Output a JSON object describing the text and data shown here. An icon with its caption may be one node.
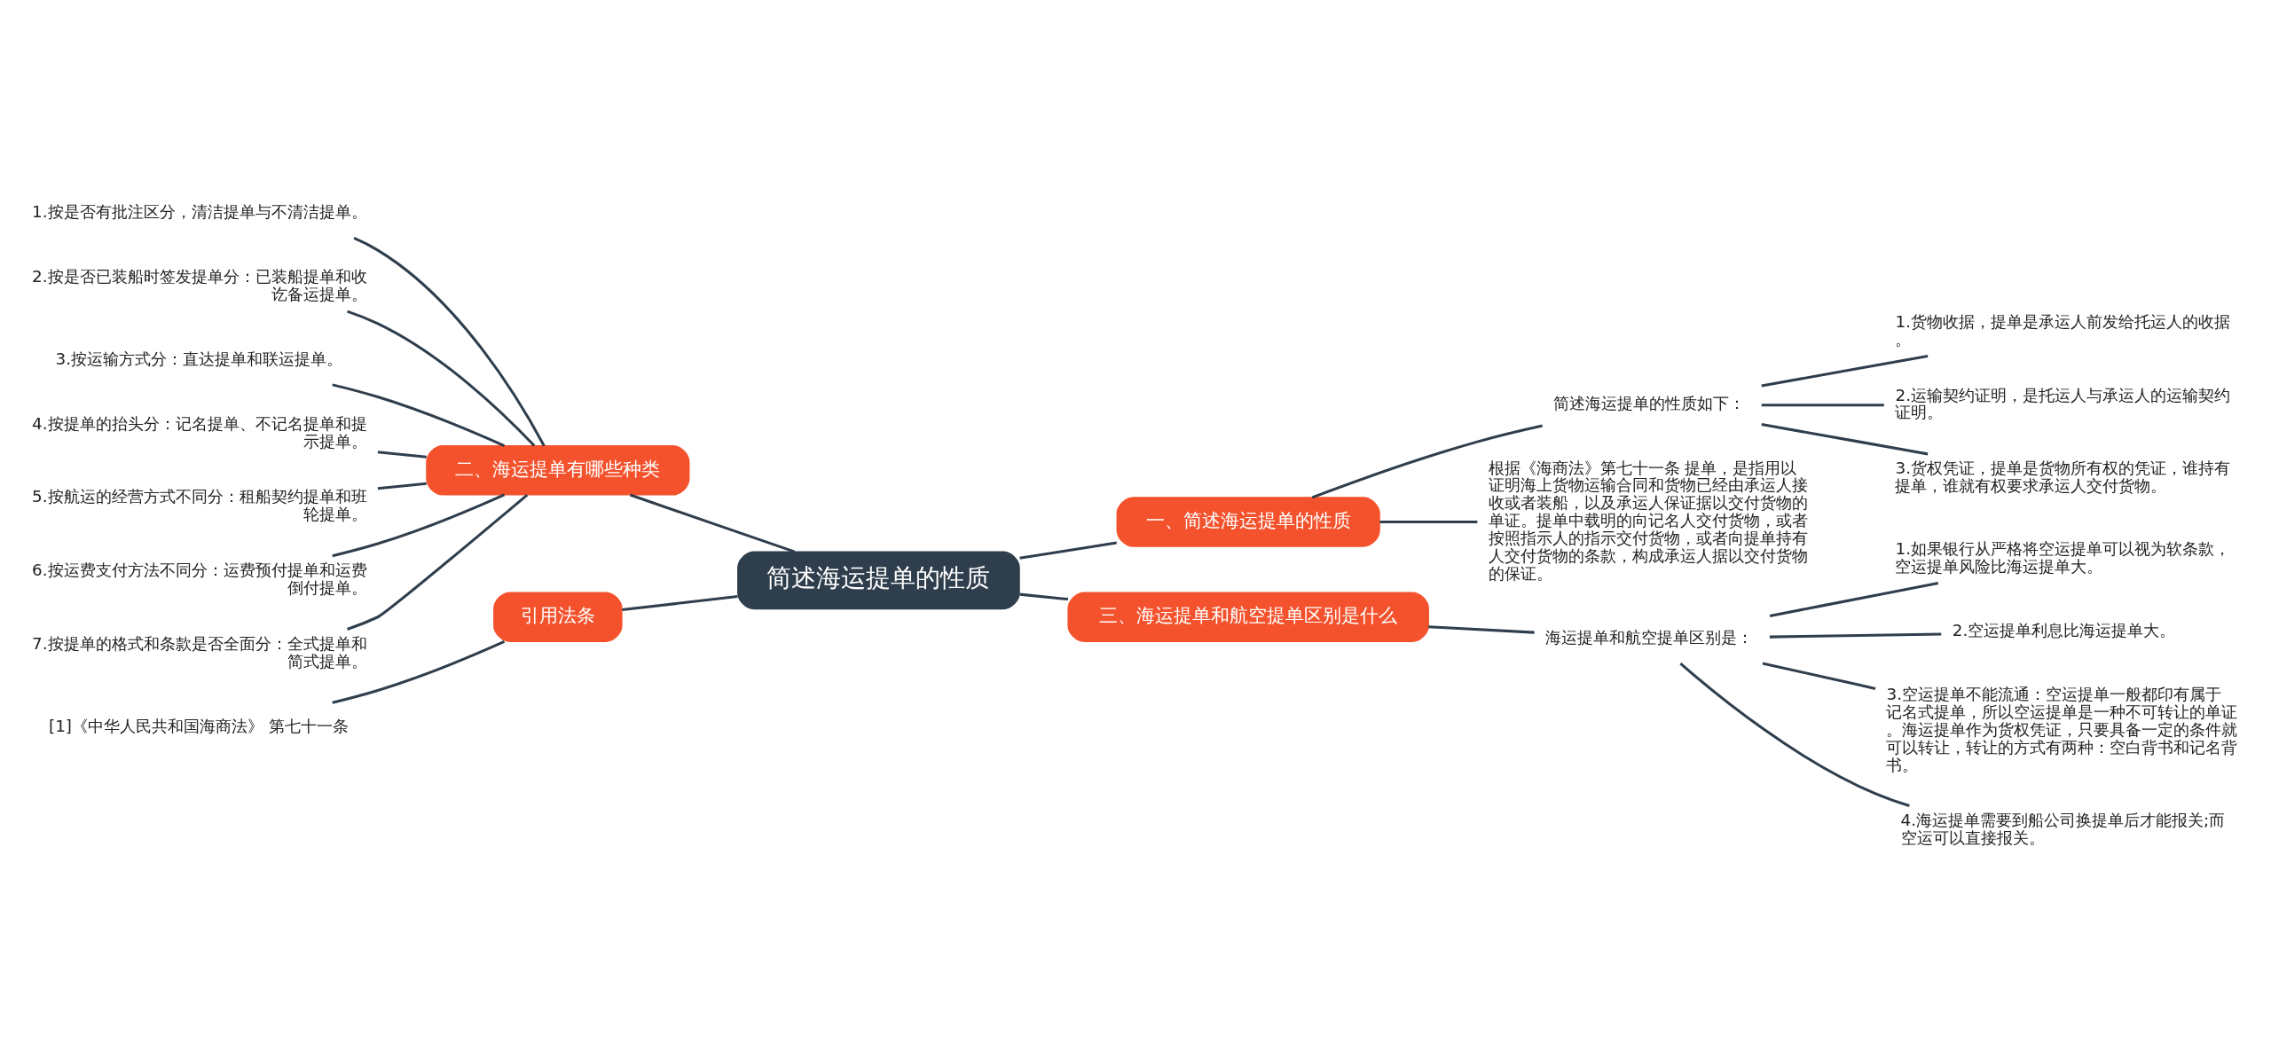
{
  "diagram": {
    "nodes": [
      {
        "text": [
          "简述海运提单的性质"
        ]
      },
      {
        "text": [
          "一、简述海运提单的性质"
        ]
      },
      {
        "text": [
          "简述海运提单的性质如下："
        ]
      },
      {
        "text": [
          "1.货物收据，提单是承运人前发给托运人的收据。"
        ]
      },
      {
        "text": [
          "2.运输契约证明，是托运人与承运人的运输契约证明。"
        ]
      },
      {
        "text": [
          "3.货权凭证，提单是货物所有权的凭证，谁持有提单，谁就有权要求承运人交付货物。"
        ]
      },
      {
        "text": [
          "根据《海商法》第七十一条 提单，是指用以证明海上货物运输合同和货物已经由承运人接收或者装船，以及承运人保证据以交付货物的单证。提单中载明的向记名人交付货物，或者按照指示人的指示交付货物，或者向提单持有人交付货物的条款，构成承运人据以交付货物的保证。"
        ]
      },
      {
        "text": [
          "二、海运提单有哪些种类"
        ]
      },
      {
        "text": [
          "1.按是否有批注区分，清洁提单与不清洁提单。"
        ]
      },
      {
        "text": [
          "2.按是否已装船时签发提单分：已装船提单和收讫备运提单。"
        ]
      },
      {
        "text": [
          "3.按运输方式分：直达提单和联运提单。"
        ]
      },
      {
        "text": [
          "4.按提单的抬头分：记名提单、不记名提单和提示提单。"
        ]
      },
      {
        "text": [
          "5.按航运的经营方式不同分：租船契约提单和班轮提单。"
        ]
      },
      {
        "text": [
          "6.按运费支付方法不同分：运费预付提单和运费倒付提单。"
        ]
      },
      {
        "text": [
          "7.按提单的格式和条款是否全面分：全式提单和简式提单。"
        ]
      },
      {
        "text": [
          "引用法条"
        ]
      },
      {
        "text": [
          "[1]《中华人民共和国海商法》 第七十一条"
        ]
      },
      {
        "text": [
          "三、海运提单和航空提单区别是什么"
        ]
      },
      {
        "text": [
          "海运提单和航空提单区别是："
        ]
      },
      {
        "text": [
          "1.如果银行从严格将空运提单可以视为软条款，空运提单风险比海运提单大。"
        ]
      },
      {
        "text": [
          "2.空运提单利息比海运提单大。"
        ]
      },
      {
        "text": [
          "3.空运提单不能流通：空运提单一般都印有属于记名式提单，所以空运提单是一种不可转让的单证。海运提单作为货权凭证，只要具备一定的条件就可以转让，转让的方式有两种：空白背书和记名背书。"
        ]
      },
      {
        "text": [
          "4.海运提单需要到船公司换提单后才能报关;而空运可以直接报关。"
        ]
      }
    ],
    "edges": [
      {
        "from": 0,
        "to": 1,
        "arrow": "none"
      },
      {
        "from": 1,
        "to": 2,
        "arrow": "none"
      },
      {
        "from": 2,
        "to": 3,
        "arrow": "none"
      },
      {
        "from": 2,
        "to": 4,
        "arrow": "none"
      },
      {
        "from": 2,
        "to": 5,
        "arrow": "none"
      },
      {
        "from": 1,
        "to": 6,
        "arrow": "none"
      },
      {
        "from": 0,
        "to": 7,
        "arrow": "none"
      },
      {
        "from": 7,
        "to": 8,
        "arrow": "none"
      },
      {
        "from": 7,
        "to": 9,
        "arrow": "none"
      },
      {
        "from": 7,
        "to": 10,
        "arrow": "none"
      },
      {
        "from": 7,
        "to": 11,
        "arrow": "none"
      },
      {
        "from": 7,
        "to": 12,
        "arrow": "none"
      },
      {
        "from": 7,
        "to": 13,
        "arrow": "none"
      },
      {
        "from": 7,
        "to": 14,
        "arrow": "none"
      },
      {
        "from": 0,
        "to": 15,
        "arrow": "none"
      },
      {
        "from": 15,
        "to": 16,
        "arrow": "none"
      },
      {
        "from": 0,
        "to": 17,
        "arrow": "none"
      },
      {
        "from": 17,
        "to": 18,
        "arrow": "none"
      },
      {
        "from": 18,
        "to": 19,
        "arrow": "none"
      },
      {
        "from": 18,
        "to": 20,
        "arrow": "none"
      },
      {
        "from": 18,
        "to": 21,
        "arrow": "none"
      },
      {
        "from": 18,
        "to": 22,
        "arrow": "none"
      }
    ]
  }
}
